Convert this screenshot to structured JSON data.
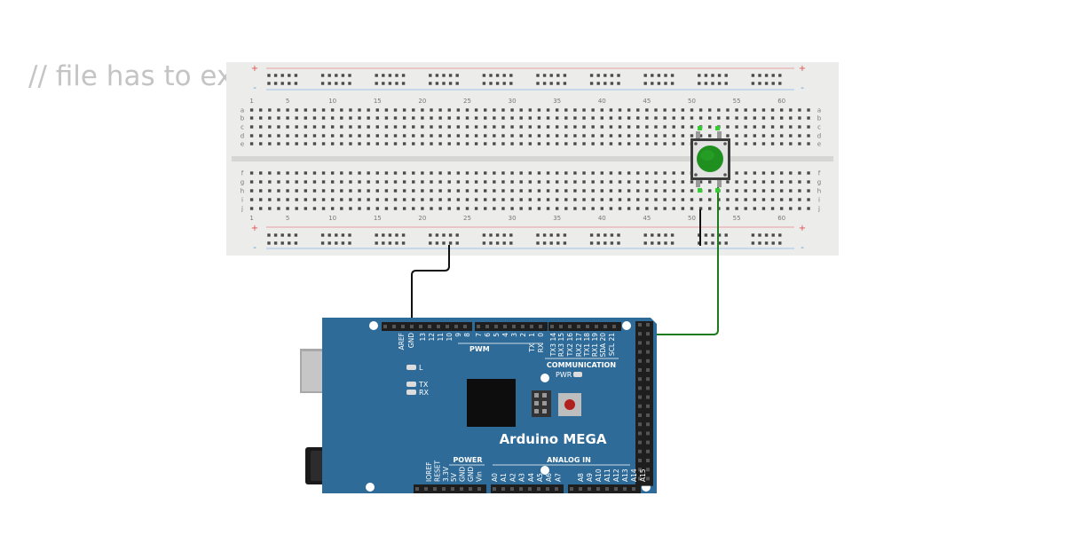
{
  "code_comment": "// file has to ex",
  "breadboard": {
    "rail_plus": "+",
    "rail_minus": "-",
    "row_letters_top": [
      "a",
      "b",
      "c",
      "d",
      "e"
    ],
    "row_letters_bottom": [
      "f",
      "g",
      "h",
      "i",
      "j"
    ],
    "column_numbers": [
      "1",
      "5",
      "10",
      "15",
      "20",
      "25",
      "30",
      "35",
      "40",
      "45",
      "50",
      "55",
      "60"
    ]
  },
  "pushbutton": {
    "cap_color": "#1f8f1f"
  },
  "wires": [
    {
      "name": "gnd-wire",
      "color": "#111111"
    },
    {
      "name": "signal-wire",
      "color": "#1d7a1d"
    }
  ],
  "arduino": {
    "title": "Arduino MEGA",
    "board_color": "#2e6b98",
    "sections": {
      "pwm": "PWM",
      "communication": "COMMUNICATION",
      "power": "POWER",
      "analog_in": "ANALOG IN"
    },
    "top_pins": [
      "AREF",
      "GND",
      "13",
      "12",
      "11",
      "10",
      "9",
      "8",
      "7",
      "6",
      "5",
      "4",
      "3",
      "2",
      "1",
      "0",
      "TX3 14",
      "RX3 15",
      "TX2 16",
      "RX2 17",
      "TX1 18",
      "RX1 19",
      "SDA 20",
      "SCL 21"
    ],
    "tx_rx_labels": [
      "TX",
      "RX"
    ],
    "power_pins": [
      "IOREF",
      "RESET",
      "3.3V",
      "5V",
      "GND",
      "GND",
      "Vin"
    ],
    "analog_pins": [
      "A0",
      "A1",
      "A2",
      "A3",
      "A4",
      "A5",
      "A6",
      "A7",
      "A8",
      "A9",
      "A10",
      "A11",
      "A12",
      "A13",
      "A14",
      "A15"
    ],
    "leds": {
      "l": "L",
      "tx": "TX",
      "rx": "RX",
      "pwr": "PWR"
    }
  }
}
